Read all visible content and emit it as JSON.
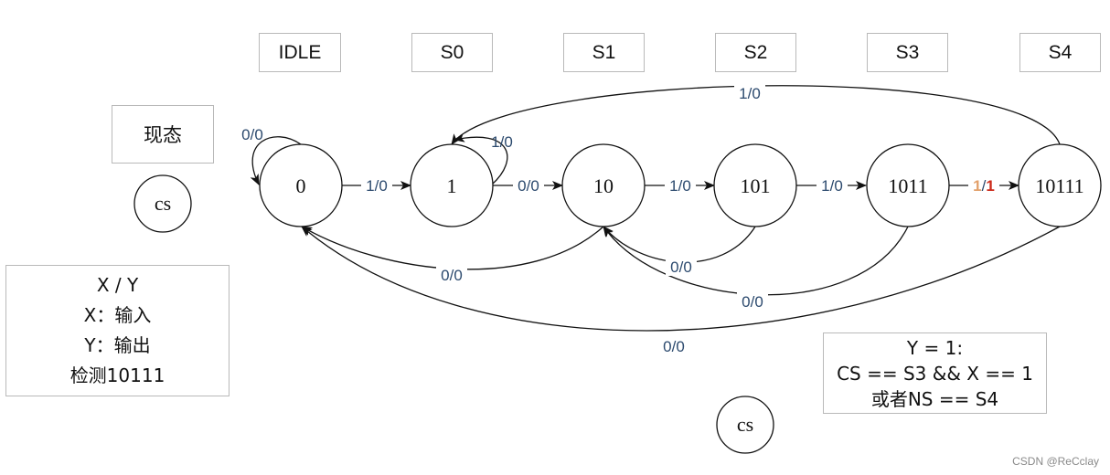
{
  "headers": [
    "IDLE",
    "S0",
    "S1",
    "S2",
    "S3",
    "S4"
  ],
  "current_state_box": "现态",
  "cs_labels": [
    "cs",
    "cs"
  ],
  "states": [
    "0",
    "1",
    "10",
    "101",
    "1011",
    "10111"
  ],
  "edge_labels": {
    "idle_self": "0/0",
    "idle_to_s0": "1/0",
    "s0_self": "1/0",
    "s0_to_s1": "0/0",
    "s1_to_s2": "1/0",
    "s2_to_s3": "1/0",
    "s3_to_s4_x": "1",
    "s3_to_s4_sep": "/",
    "s3_to_s4_y": "1",
    "s4_to_s0": "1/0",
    "s1_to_idle": "0/0",
    "s2_to_s1": "0/0",
    "s3_to_s1": "0/0",
    "s4_to_idle": "0/0"
  },
  "legend_left": [
    "X / Y",
    "X：输入",
    "Y：输出",
    "检测10111"
  ],
  "legend_right": [
    "Y = 1:",
    "CS == S3 && X == 1",
    "或者NS == S4"
  ],
  "watermark": "CSDN @ReCclay",
  "colors": {
    "edge_label": "#2c4a6e",
    "x_highlight": "#e2a06a",
    "y_highlight": "#cc2a1a"
  }
}
